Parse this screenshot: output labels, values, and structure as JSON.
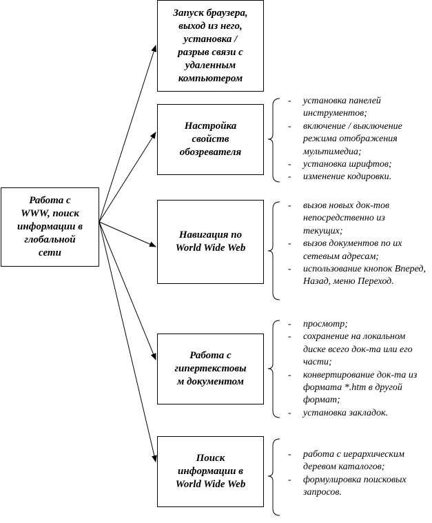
{
  "root": {
    "lines": [
      "Работа с",
      "WWW, поиск",
      "информации в",
      "глобальной",
      "сети"
    ]
  },
  "branches": [
    {
      "lines": [
        "Запуск браузера,",
        "выход из него,",
        "установка /",
        "разрыв связи с",
        "удаленным",
        "компьютером"
      ],
      "items": []
    },
    {
      "lines": [
        "Настройка",
        "свойств",
        "обозревателя"
      ],
      "items": [
        "установка панелей инструментов;",
        "включение / выключение режима отображения мультимедиа;",
        "установка шрифтов;",
        "изменение кодировки."
      ]
    },
    {
      "lines": [
        "Навигация по",
        "World Wide Web"
      ],
      "items": [
        "вызов новых док-тов непосредственно из текущих;",
        "вызов документов по их сетевым адресам;",
        "использование кнопок Вперед, Назад, меню Переход."
      ]
    },
    {
      "lines": [
        "Работа с",
        "гипертекстовы",
        "м документом"
      ],
      "items": [
        "просмотр;",
        "сохранение на локальном диске всего док-та или его части;",
        "конвертирование док-та из формата *.htm в другой формат;",
        "установка закладок."
      ]
    },
    {
      "lines": [
        "Поиск",
        "информации в",
        "World Wide Web"
      ],
      "items": [
        "работа с иерархическим деревом каталогов;",
        "формулировка поисковых запросов."
      ]
    }
  ]
}
